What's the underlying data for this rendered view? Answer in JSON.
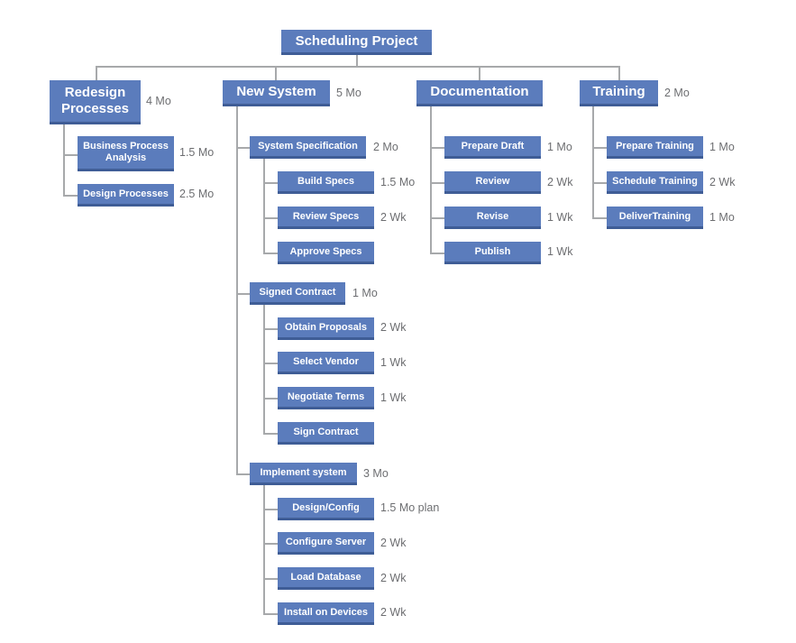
{
  "title": "Scheduling Project",
  "colors": {
    "box_fill": "#5b7cbc",
    "box_text": "#ffffff",
    "connector": "#a7a9ab",
    "duration_text": "#6d6e71"
  },
  "phases": [
    {
      "label": "Redesign Processes",
      "duration": "4 Mo",
      "tasks": [
        {
          "label": "Business Process Analysis",
          "duration": "1.5 Mo"
        },
        {
          "label": "Design Processes",
          "duration": "2.5 Mo"
        }
      ]
    },
    {
      "label": "New System",
      "duration": "5 Mo",
      "groups": [
        {
          "label": "System Specification",
          "duration": "2 Mo",
          "tasks": [
            {
              "label": "Build Specs",
              "duration": "1.5 Mo"
            },
            {
              "label": "Review Specs",
              "duration": "2 Wk"
            },
            {
              "label": "Approve Specs",
              "duration": ""
            }
          ]
        },
        {
          "label": "Signed Contract",
          "duration": "1 Mo",
          "tasks": [
            {
              "label": "Obtain Proposals",
              "duration": "2 Wk"
            },
            {
              "label": "Select Vendor",
              "duration": "1 Wk"
            },
            {
              "label": "Negotiate Terms",
              "duration": "1 Wk"
            },
            {
              "label": "Sign Contract",
              "duration": ""
            }
          ]
        },
        {
          "label": "Implement system",
          "duration": "3 Mo",
          "tasks": [
            {
              "label": "Design/Config",
              "duration": "1.5 Mo plan"
            },
            {
              "label": "Configure Server",
              "duration": "2 Wk"
            },
            {
              "label": "Load Database",
              "duration": "2 Wk"
            },
            {
              "label": "Install on Devices",
              "duration": "2 Wk"
            }
          ]
        }
      ]
    },
    {
      "label": "Documentation",
      "duration": "",
      "tasks": [
        {
          "label": "Prepare Draft",
          "duration": "1 Mo"
        },
        {
          "label": "Review",
          "duration": "2 Wk"
        },
        {
          "label": "Revise",
          "duration": "1 Wk"
        },
        {
          "label": "Publish",
          "duration": "1 Wk"
        }
      ]
    },
    {
      "label": "Training",
      "duration": "2 Mo",
      "tasks": [
        {
          "label": "Prepare Training",
          "duration": "1 Mo"
        },
        {
          "label": "Schedule Training",
          "duration": "2 Wk"
        },
        {
          "label": "DeliverTraining",
          "duration": "1 Mo"
        }
      ]
    }
  ]
}
